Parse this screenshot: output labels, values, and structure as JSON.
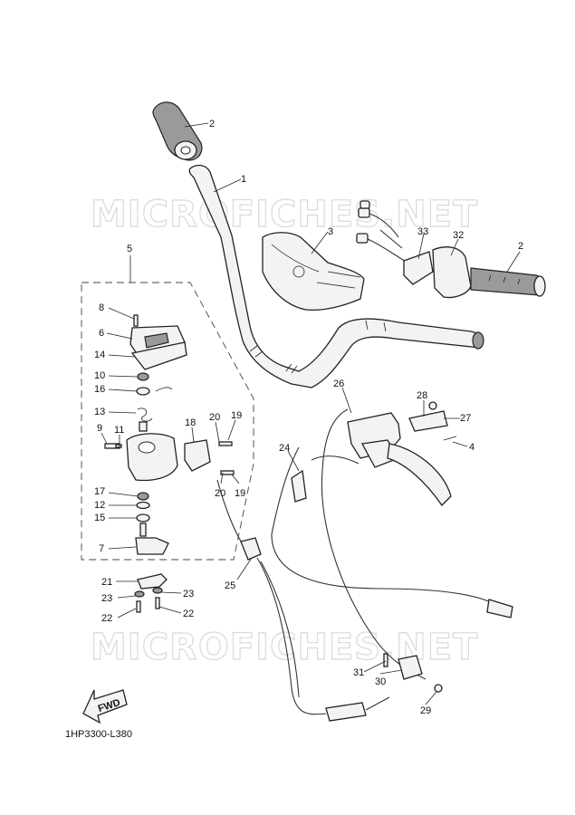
{
  "watermark": "MICROFICHES.NET",
  "diagram_code": "1HP3300-L380",
  "fwd_label": "FWD",
  "callouts": [
    {
      "id": "c2a",
      "text": "2"
    },
    {
      "id": "c1",
      "text": "1"
    },
    {
      "id": "c3",
      "text": "3"
    },
    {
      "id": "c33",
      "text": "33"
    },
    {
      "id": "c32",
      "text": "32"
    },
    {
      "id": "c2b",
      "text": "2"
    },
    {
      "id": "c5",
      "text": "5"
    },
    {
      "id": "c8",
      "text": "8"
    },
    {
      "id": "c6",
      "text": "6"
    },
    {
      "id": "c14",
      "text": "14"
    },
    {
      "id": "c10",
      "text": "10"
    },
    {
      "id": "c16",
      "text": "16"
    },
    {
      "id": "c13",
      "text": "13"
    },
    {
      "id": "c9",
      "text": "9"
    },
    {
      "id": "c11",
      "text": "11"
    },
    {
      "id": "c18",
      "text": "18"
    },
    {
      "id": "c20a",
      "text": "20"
    },
    {
      "id": "c19a",
      "text": "19"
    },
    {
      "id": "c20b",
      "text": "20"
    },
    {
      "id": "c19b",
      "text": "19"
    },
    {
      "id": "c17",
      "text": "17"
    },
    {
      "id": "c12",
      "text": "12"
    },
    {
      "id": "c15",
      "text": "15"
    },
    {
      "id": "c7",
      "text": "7"
    },
    {
      "id": "c21",
      "text": "21"
    },
    {
      "id": "c23a",
      "text": "23"
    },
    {
      "id": "c23b",
      "text": "23"
    },
    {
      "id": "c22a",
      "text": "22"
    },
    {
      "id": "c22b",
      "text": "22"
    },
    {
      "id": "c25",
      "text": "25"
    },
    {
      "id": "c26",
      "text": "26"
    },
    {
      "id": "c28",
      "text": "28"
    },
    {
      "id": "c27",
      "text": "27"
    },
    {
      "id": "c4",
      "text": "4"
    },
    {
      "id": "c24",
      "text": "24"
    },
    {
      "id": "c31",
      "text": "31"
    },
    {
      "id": "c30",
      "text": "30"
    },
    {
      "id": "c29",
      "text": "29"
    }
  ]
}
